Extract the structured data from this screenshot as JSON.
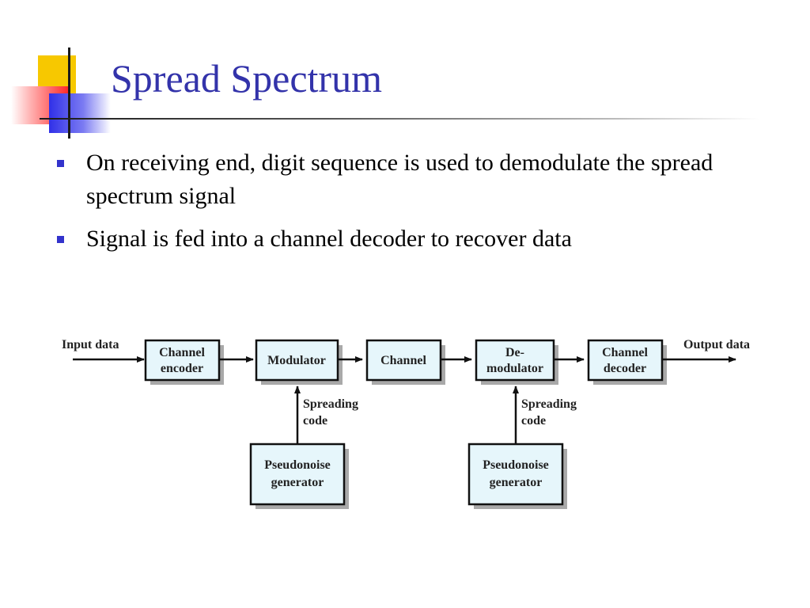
{
  "slide": {
    "title": "Spread Spectrum",
    "bullets": [
      "On receiving end, digit sequence is used to demodulate the spread spectrum signal",
      "Signal is fed into a channel decoder to recover data"
    ]
  },
  "diagram": {
    "input_label": "Input data",
    "output_label": "Output data",
    "blocks": {
      "channel_encoder": [
        "Channel",
        "encoder"
      ],
      "modulator": [
        "Modulator"
      ],
      "channel": [
        "Channel"
      ],
      "demodulator": [
        "De-",
        "modulator"
      ],
      "channel_decoder": [
        "Channel",
        "decoder"
      ],
      "pn_generator_tx": [
        "Pseudonoise",
        "generator"
      ],
      "pn_generator_rx": [
        "Pseudonoise",
        "generator"
      ]
    },
    "spreading_label_tx": [
      "Spreading",
      "code"
    ],
    "spreading_label_rx": [
      "Spreading",
      "code"
    ]
  },
  "colors": {
    "title": "#3333aa",
    "bullet_marker": "#3333cc",
    "block_fill": "#e6f6fb",
    "block_shadow": "#a9a9a9"
  }
}
